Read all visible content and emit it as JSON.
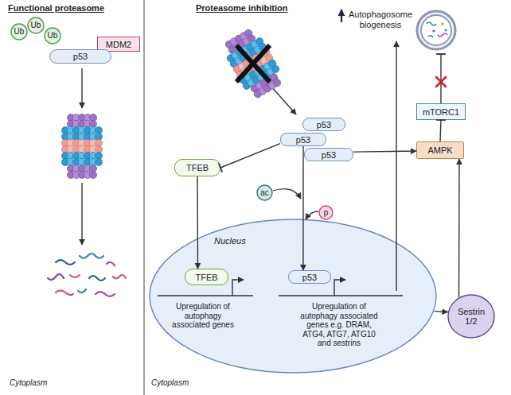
{
  "diagram": {
    "nodes": [
      {
        "text": [
          "Ub"
        ]
      },
      {
        "text": [
          "Ub"
        ]
      },
      {
        "text": [
          "Ub"
        ]
      },
      {
        "text": [
          "MDM2"
        ]
      },
      {
        "text": [
          "p53"
        ]
      },
      {
        "text": [
          "TFEB"
        ]
      },
      {
        "text": [
          "p53"
        ]
      },
      {
        "text": [
          "p53"
        ]
      },
      {
        "text": [
          "p53"
        ]
      },
      {
        "text": [
          "ac"
        ]
      },
      {
        "text": [
          "p"
        ]
      },
      {
        "text": [
          "AMPK"
        ]
      },
      {
        "text": [
          "mTORC1"
        ]
      },
      {
        "text": [
          "Sestrin 1/2"
        ]
      },
      {
        "text": [
          "Nucleus"
        ]
      },
      {
        "text": [
          "TFEB"
        ],
        "in": 14
      },
      {
        "text": [
          "p53"
        ],
        "in": 14
      }
    ],
    "edges": [
      {
        "from": 7,
        "to": 5,
        "arrow": "to"
      },
      {
        "from": 8,
        "to": 11,
        "arrow": "to"
      },
      {
        "from": 11,
        "to": 12,
        "arrow": "to"
      },
      {
        "from": 13,
        "to": 11,
        "arrow": "to"
      },
      {
        "from": 5,
        "to": 15,
        "arrow": "to"
      },
      {
        "from": 7,
        "to": 16,
        "arrow": "to"
      },
      {
        "from": 14,
        "to": 13,
        "arrow": "to"
      }
    ],
    "labels": [
      "Functional proteasome",
      "Proteasome inhibition",
      "Autophagosome biogenesis",
      "Upregulation of autophagy associated genes",
      "Upregulation of autophagy associated genes e.g. DRAM, ATG4, ATG7, ATG10 and sestrins",
      "Cytoplasm",
      "Cytoplasm"
    ]
  }
}
